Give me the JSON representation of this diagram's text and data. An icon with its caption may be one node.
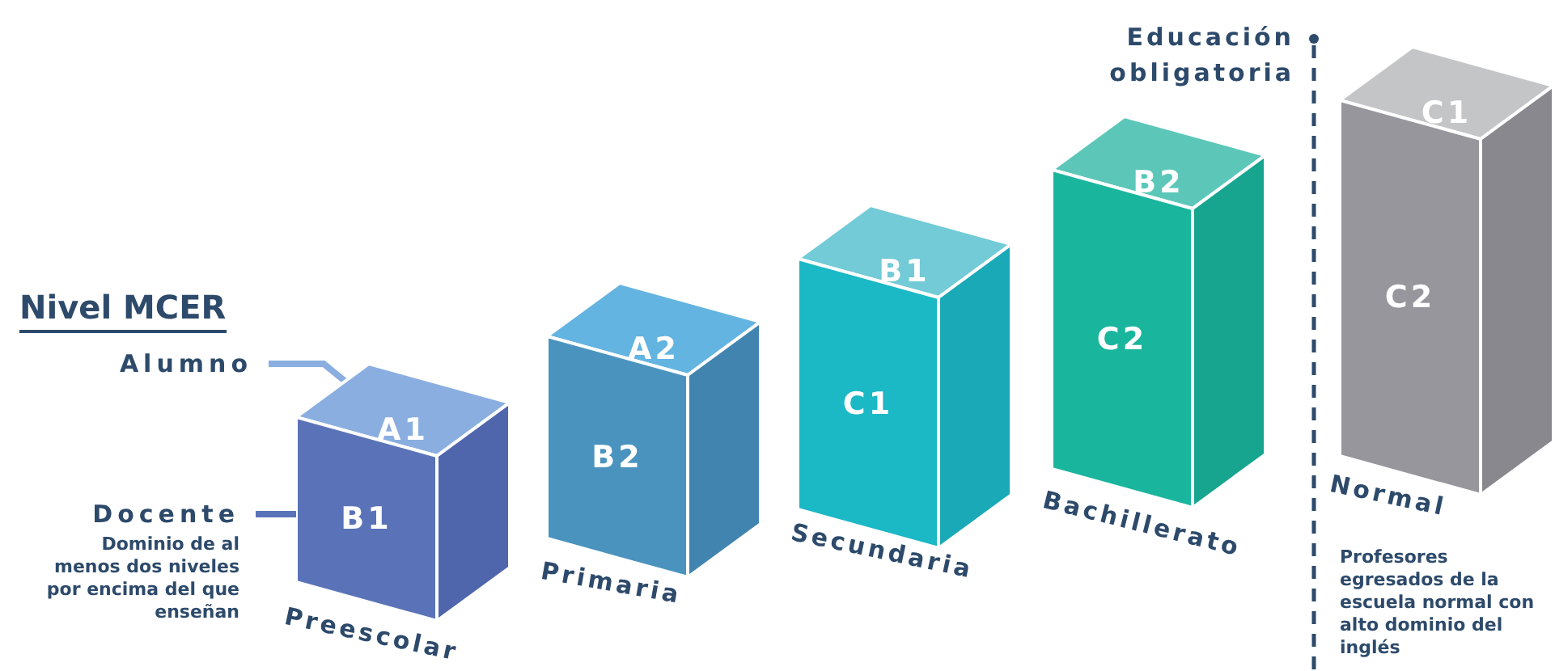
{
  "diagram": {
    "nodes": [
      {
        "text": [
          "A1",
          "B1"
        ],
        "beside": [
          "Preescolar"
        ]
      },
      {
        "text": [
          "A2",
          "B2"
        ],
        "beside": [
          "Primaria"
        ]
      },
      {
        "text": [
          "B1",
          "C1"
        ],
        "beside": [
          "Secundaria"
        ]
      },
      {
        "text": [
          "B2",
          "C2"
        ],
        "beside": [
          "Bachillerato"
        ]
      },
      {
        "text": [
          "C1",
          "C2"
        ],
        "beside": [
          "Normal",
          "Profesores egresados de la escuela normal con alto dominio del inglés"
        ]
      },
      {
        "text": [
          "Alumno"
        ]
      },
      {
        "text": [
          "Docente",
          "Dominio de al menos dos niveles por encima del que enseñan"
        ]
      }
    ],
    "edges": [
      {
        "from": 5,
        "to": 0,
        "arrow": "none"
      },
      {
        "from": 6,
        "to": 0,
        "arrow": "none"
      }
    ],
    "labels": [
      "Nivel MCER",
      "Educación obligatoria"
    ]
  }
}
